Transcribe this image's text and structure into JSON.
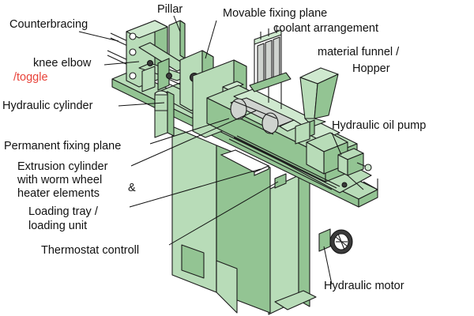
{
  "labels": {
    "counterbracing": "Counterbracing",
    "pillar": "Pillar",
    "movable_fixing_plane": "Movable fixing plane",
    "coolant_arrangement": "coolant arrangement",
    "knee_elbow": "knee elbow",
    "toggle": "/toggle",
    "material_funnel": "material funnel /",
    "hopper": "Hopper",
    "hydraulic_cylinder": "Hydraulic cylinder",
    "hydraulic_oil_pump": "Hydraulic oil pump",
    "permanent_fixing_plane": "Permanent fixing plane",
    "extrusion_cylinder_1": "Extrusion cylinder",
    "extrusion_cylinder_2": "with worm wheel",
    "extrusion_cylinder_3": "heater elements",
    "ampersand": "&",
    "loading_tray": "Loading tray /",
    "loading_unit": "loading unit",
    "thermostat": "Thermostat controll",
    "hydraulic_motor": "Hydraulic motor"
  },
  "colors": {
    "machine_body": "#b8dcb8",
    "machine_shadow": "#93c493",
    "toggle_label": "#e8433a"
  }
}
